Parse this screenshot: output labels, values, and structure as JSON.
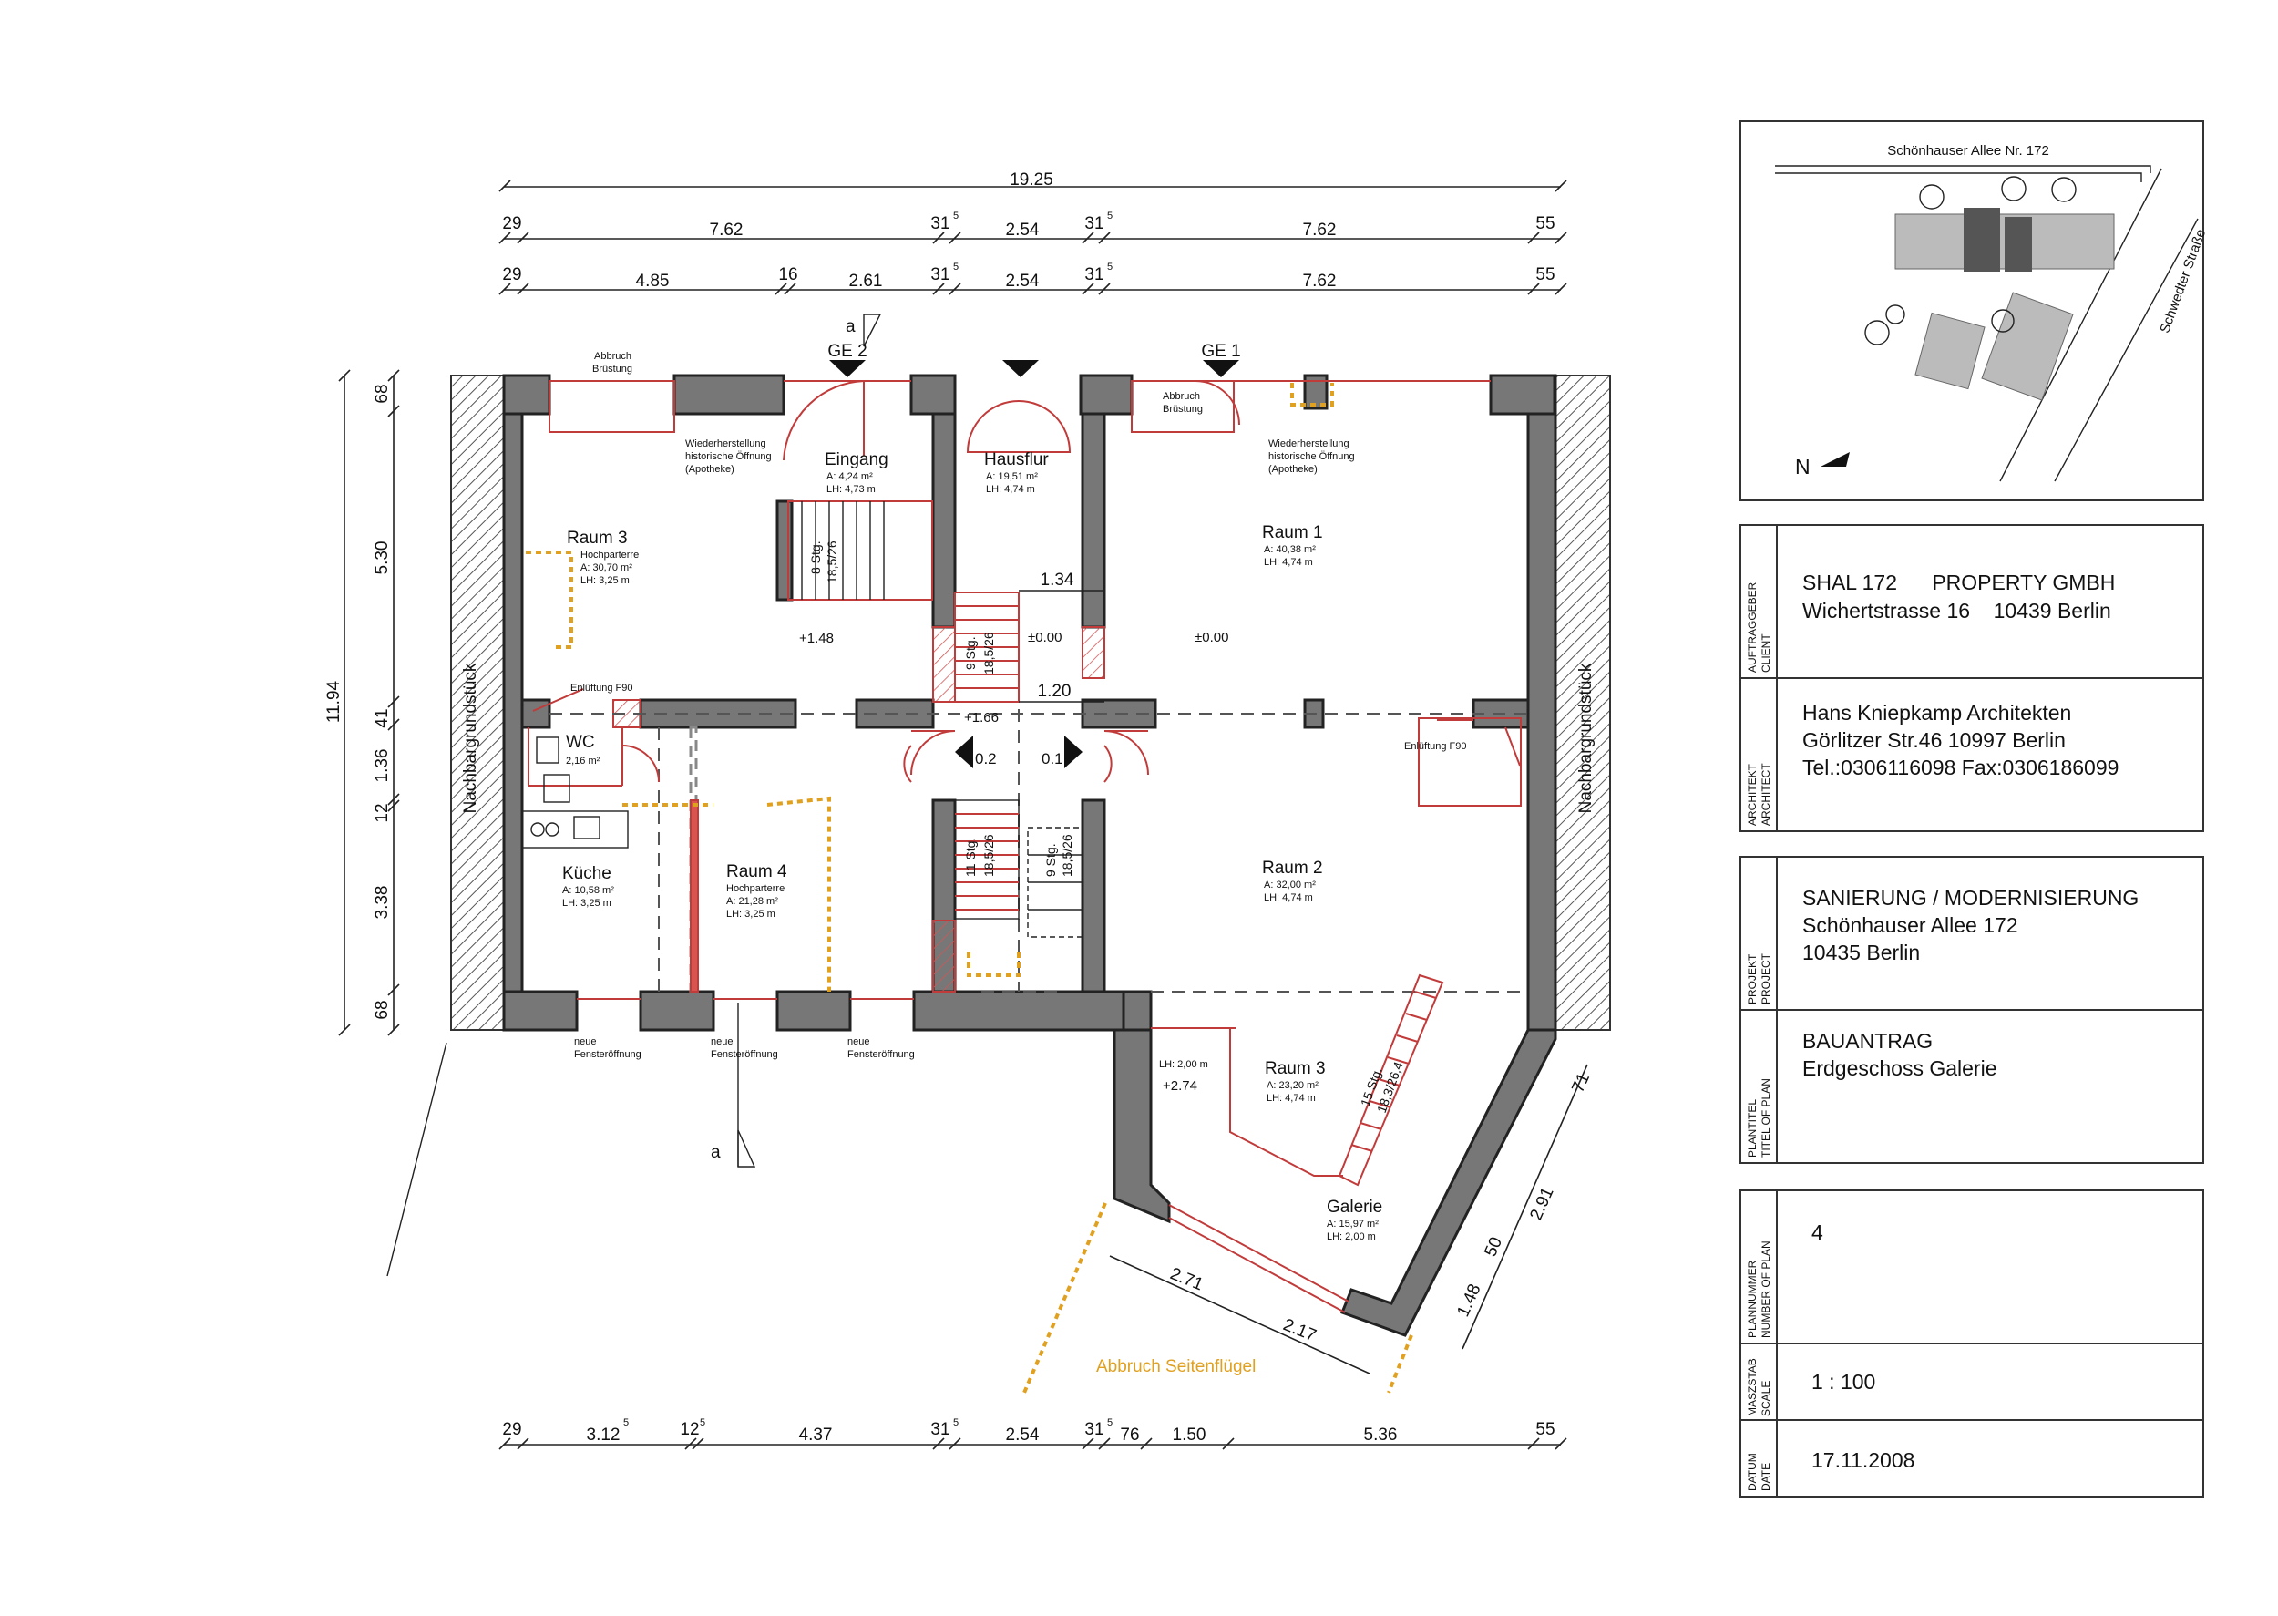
{
  "plan": {
    "dim_total": "19.25",
    "dim_row1": [
      "29",
      "7.62",
      "31",
      "2.54",
      "31",
      "7.62",
      "55"
    ],
    "dim_row2": [
      "29",
      "4.85",
      "16",
      "2.61",
      "31",
      "2.54",
      "31",
      "7.62",
      "55"
    ],
    "dim_bottom": [
      "29",
      "3.12",
      "12",
      "4.37",
      "31",
      "2.54",
      "31",
      "76",
      "1.50",
      "5.36",
      "55"
    ],
    "sup5": "5",
    "dim_left_total": "11.94",
    "dim_left": [
      "68",
      "5.30",
      "41",
      "1.36",
      "12",
      "3.38",
      "68"
    ],
    "dim_inner": [
      "1.34",
      "1.20"
    ],
    "dim_diag": [
      "2.71",
      "2.17",
      "2.91",
      "71",
      "50",
      "1.48"
    ],
    "neighbor_label": "Nachbargrundstück",
    "section_marker": "a",
    "entrances": [
      "GE 2",
      "GE 1"
    ],
    "rooms": [
      {
        "name": "Raum 3",
        "sub": "Hochparterre",
        "area": "A: 30,70 m²",
        "height": "LH: 3,25 m"
      },
      {
        "name": "Eingang",
        "sub": "",
        "area": "A: 4,24 m²",
        "height": "LH: 4,73 m"
      },
      {
        "name": "Hausflur",
        "sub": "",
        "area": "A: 19,51 m²",
        "height": "LH: 4,74 m"
      },
      {
        "name": "Raum 1",
        "sub": "",
        "area": "A: 40,38 m²",
        "height": "LH: 4,74 m"
      },
      {
        "name": "WC",
        "sub": "",
        "area": "2,16 m²",
        "height": ""
      },
      {
        "name": "Küche",
        "sub": "",
        "area": "A: 10,58 m²",
        "height": "LH: 3,25 m"
      },
      {
        "name": "Raum 4",
        "sub": "Hochparterre",
        "area": "A: 21,28 m²",
        "height": "LH: 3,25 m"
      },
      {
        "name": "Raum 2",
        "sub": "",
        "area": "A: 32,00 m²",
        "height": "LH: 4,74 m"
      },
      {
        "name": "Raum 3",
        "sub": "",
        "area": "A: 23,20 m²",
        "height": "LH: 4,74 m"
      },
      {
        "name": "Galerie",
        "sub": "",
        "area": "A: 15,97 m²",
        "height": "LH: 2,00 m"
      }
    ],
    "levels": [
      "+1.48",
      "±0.00",
      "±0.00",
      "+1.66",
      "0.2",
      "0.1",
      "+2.74",
      "LH: 2,00 m"
    ],
    "stairs": [
      "8 Stg.",
      "18,5/26",
      "9 Stg.",
      "18,5/26",
      "11 Stg.",
      "18,5/26",
      "9 Stg.",
      "18,5/26",
      "15 Stg.",
      "18,3/26,4"
    ],
    "notes": {
      "abbruch_brustung": [
        "Abbruch",
        "Brüstung"
      ],
      "wiederherstellung": [
        "Wiederherstellung",
        "historische Öffnung",
        "(Apotheke)"
      ],
      "enlueftung": "Enlüftung F90",
      "neue_fenster": [
        "neue",
        "Fensteröffnung"
      ],
      "abbruch_seitenfluegel": "Abbruch Seitenflügel"
    }
  },
  "site_plan": {
    "street_top": "Schönhauser Allee Nr. 172",
    "street_right": "Schwedter Straße",
    "north": "N"
  },
  "title_block": [
    {
      "label": [
        "AUFTRAGGEBER",
        "CLIENT"
      ],
      "lines": [
        "SHAL 172      PROPERTY GMBH",
        "Wichertstrasse 16    10439 Berlin"
      ]
    },
    {
      "label": [
        "ARCHITEKT",
        "ARCHITECT"
      ],
      "lines": [
        "Hans Kniepkamp Architekten",
        "Görlitzer Str.46 10997 Berlin",
        "Tel.:0306116098 Fax:0306186099"
      ]
    },
    {
      "label": [
        "PROJEKT",
        "PROJECT"
      ],
      "lines": [
        "SANIERUNG / MODERNISIERUNG",
        "Schönhauser Allee 172",
        "10435 Berlin"
      ]
    },
    {
      "label": [
        "PLANTITEL",
        "TITEL OF PLAN"
      ],
      "lines": [
        "BAUANTRAG",
        "Erdgeschoss Galerie"
      ]
    },
    {
      "label": [
        "PLANNUMMER",
        "NUMBER OF PLAN"
      ],
      "lines": [
        "4"
      ]
    },
    {
      "label": [
        "MASZSTAB",
        "SCALE"
      ],
      "lines": [
        "1 : 100"
      ]
    },
    {
      "label": [
        "DATUM",
        "DATE"
      ],
      "lines": [
        "17.11.2008"
      ]
    }
  ]
}
